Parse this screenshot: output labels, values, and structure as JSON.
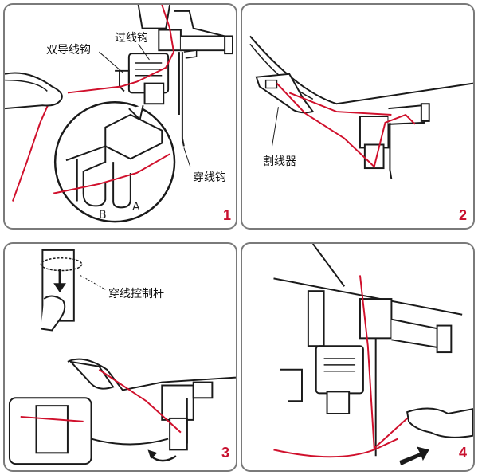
{
  "panels": [
    {
      "number": "1",
      "labels": {
        "double_guide": "双导线钩",
        "pass_hook": "过线钩",
        "threader_hook": "穿线钩",
        "a": "A",
        "b": "B"
      }
    },
    {
      "number": "2",
      "labels": {
        "cutter": "割线器"
      }
    },
    {
      "number": "3",
      "labels": {
        "lever": "穿线控制杆"
      }
    },
    {
      "number": "4"
    }
  ],
  "colors": {
    "thread": "#d0102c",
    "line": "#1a1a1a",
    "frame": "#7a7a7a"
  }
}
